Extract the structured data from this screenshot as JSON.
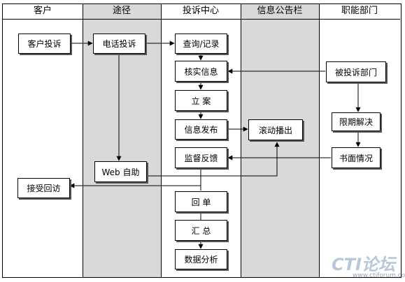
{
  "lanes": [
    {
      "key": "customer",
      "label": "客户"
    },
    {
      "key": "channel",
      "label": "途径"
    },
    {
      "key": "complaint_center",
      "label": "投诉中心"
    },
    {
      "key": "bulletin",
      "label": "信息公告栏"
    },
    {
      "key": "departments",
      "label": "职能部门"
    }
  ],
  "nodes": {
    "customer_complaint": "客户投诉",
    "phone_complaint": "电话投诉",
    "query_record": "查询/记录",
    "verify_info": "核实信息",
    "file_case": "立 案",
    "publish_info": "信息发布",
    "scroll_broadcast": "滚动播出",
    "supervise_feedback": "监督反馈",
    "web_self_service": "Web 自助",
    "accept_return_visit": "接受回访",
    "return_receipt": "回 单",
    "summary": "汇 总",
    "data_analysis": "数据分析",
    "complained_department": "被投诉部门",
    "deadline_resolution": "限期解决",
    "written_report": "书面情况"
  },
  "watermark": {
    "logo": "CTI论坛",
    "url": "www.ctiforum.com"
  },
  "colors": {
    "lane_gray": "#d9d9d9",
    "line": "#000000",
    "box_shadow": "#555555",
    "watermark": "#b9c8d8"
  }
}
